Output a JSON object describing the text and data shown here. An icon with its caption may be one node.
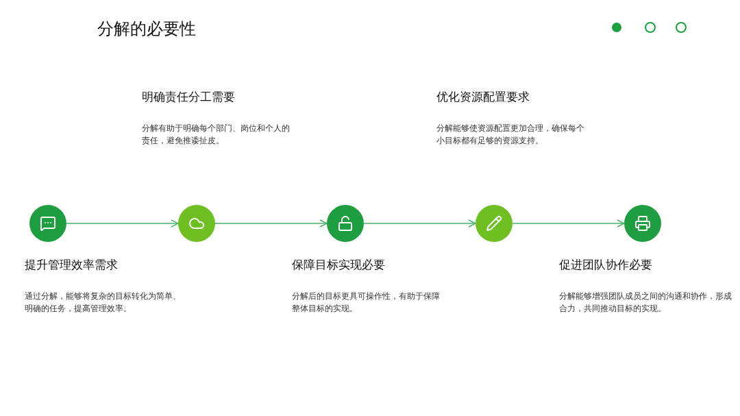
{
  "diagram": {
    "title": "分解的必要性",
    "nodes": [
      {
        "text": [],
        "shape": "circle"
      },
      {
        "text": [],
        "shape": "circle"
      },
      {
        "text": [],
        "shape": "circle"
      },
      {
        "text": [],
        "shape": "circle"
      },
      {
        "text": [],
        "shape": "circle"
      }
    ],
    "edges": [
      {
        "from": 0,
        "to": 1,
        "arrow": "to"
      },
      {
        "from": 1,
        "to": 2,
        "arrow": "to"
      },
      {
        "from": 2,
        "to": 3,
        "arrow": "to"
      },
      {
        "from": 3,
        "to": 4,
        "arrow": "to"
      }
    ],
    "labels": [
      "明确责任分工需要",
      "分解有助于明确每个部门、岗位和个人的责任，避免推诿扯皮。",
      "优化资源配置要求",
      "分解能够使资源配置更加合理，确保每个小目标都有足够的资源支持。",
      "提升管理效率需求",
      "通过分解，能够将复杂的目标转化为简单、明确的任务，提高管理效率。",
      "保障目标实现必要",
      "分解后的目标更具可操作性，有助于保障整体目标的实现。",
      "促进团队协作必要",
      "分解能够增强团队成员之间的沟通和协作，形成合力，共同推动目标的实现。"
    ]
  }
}
